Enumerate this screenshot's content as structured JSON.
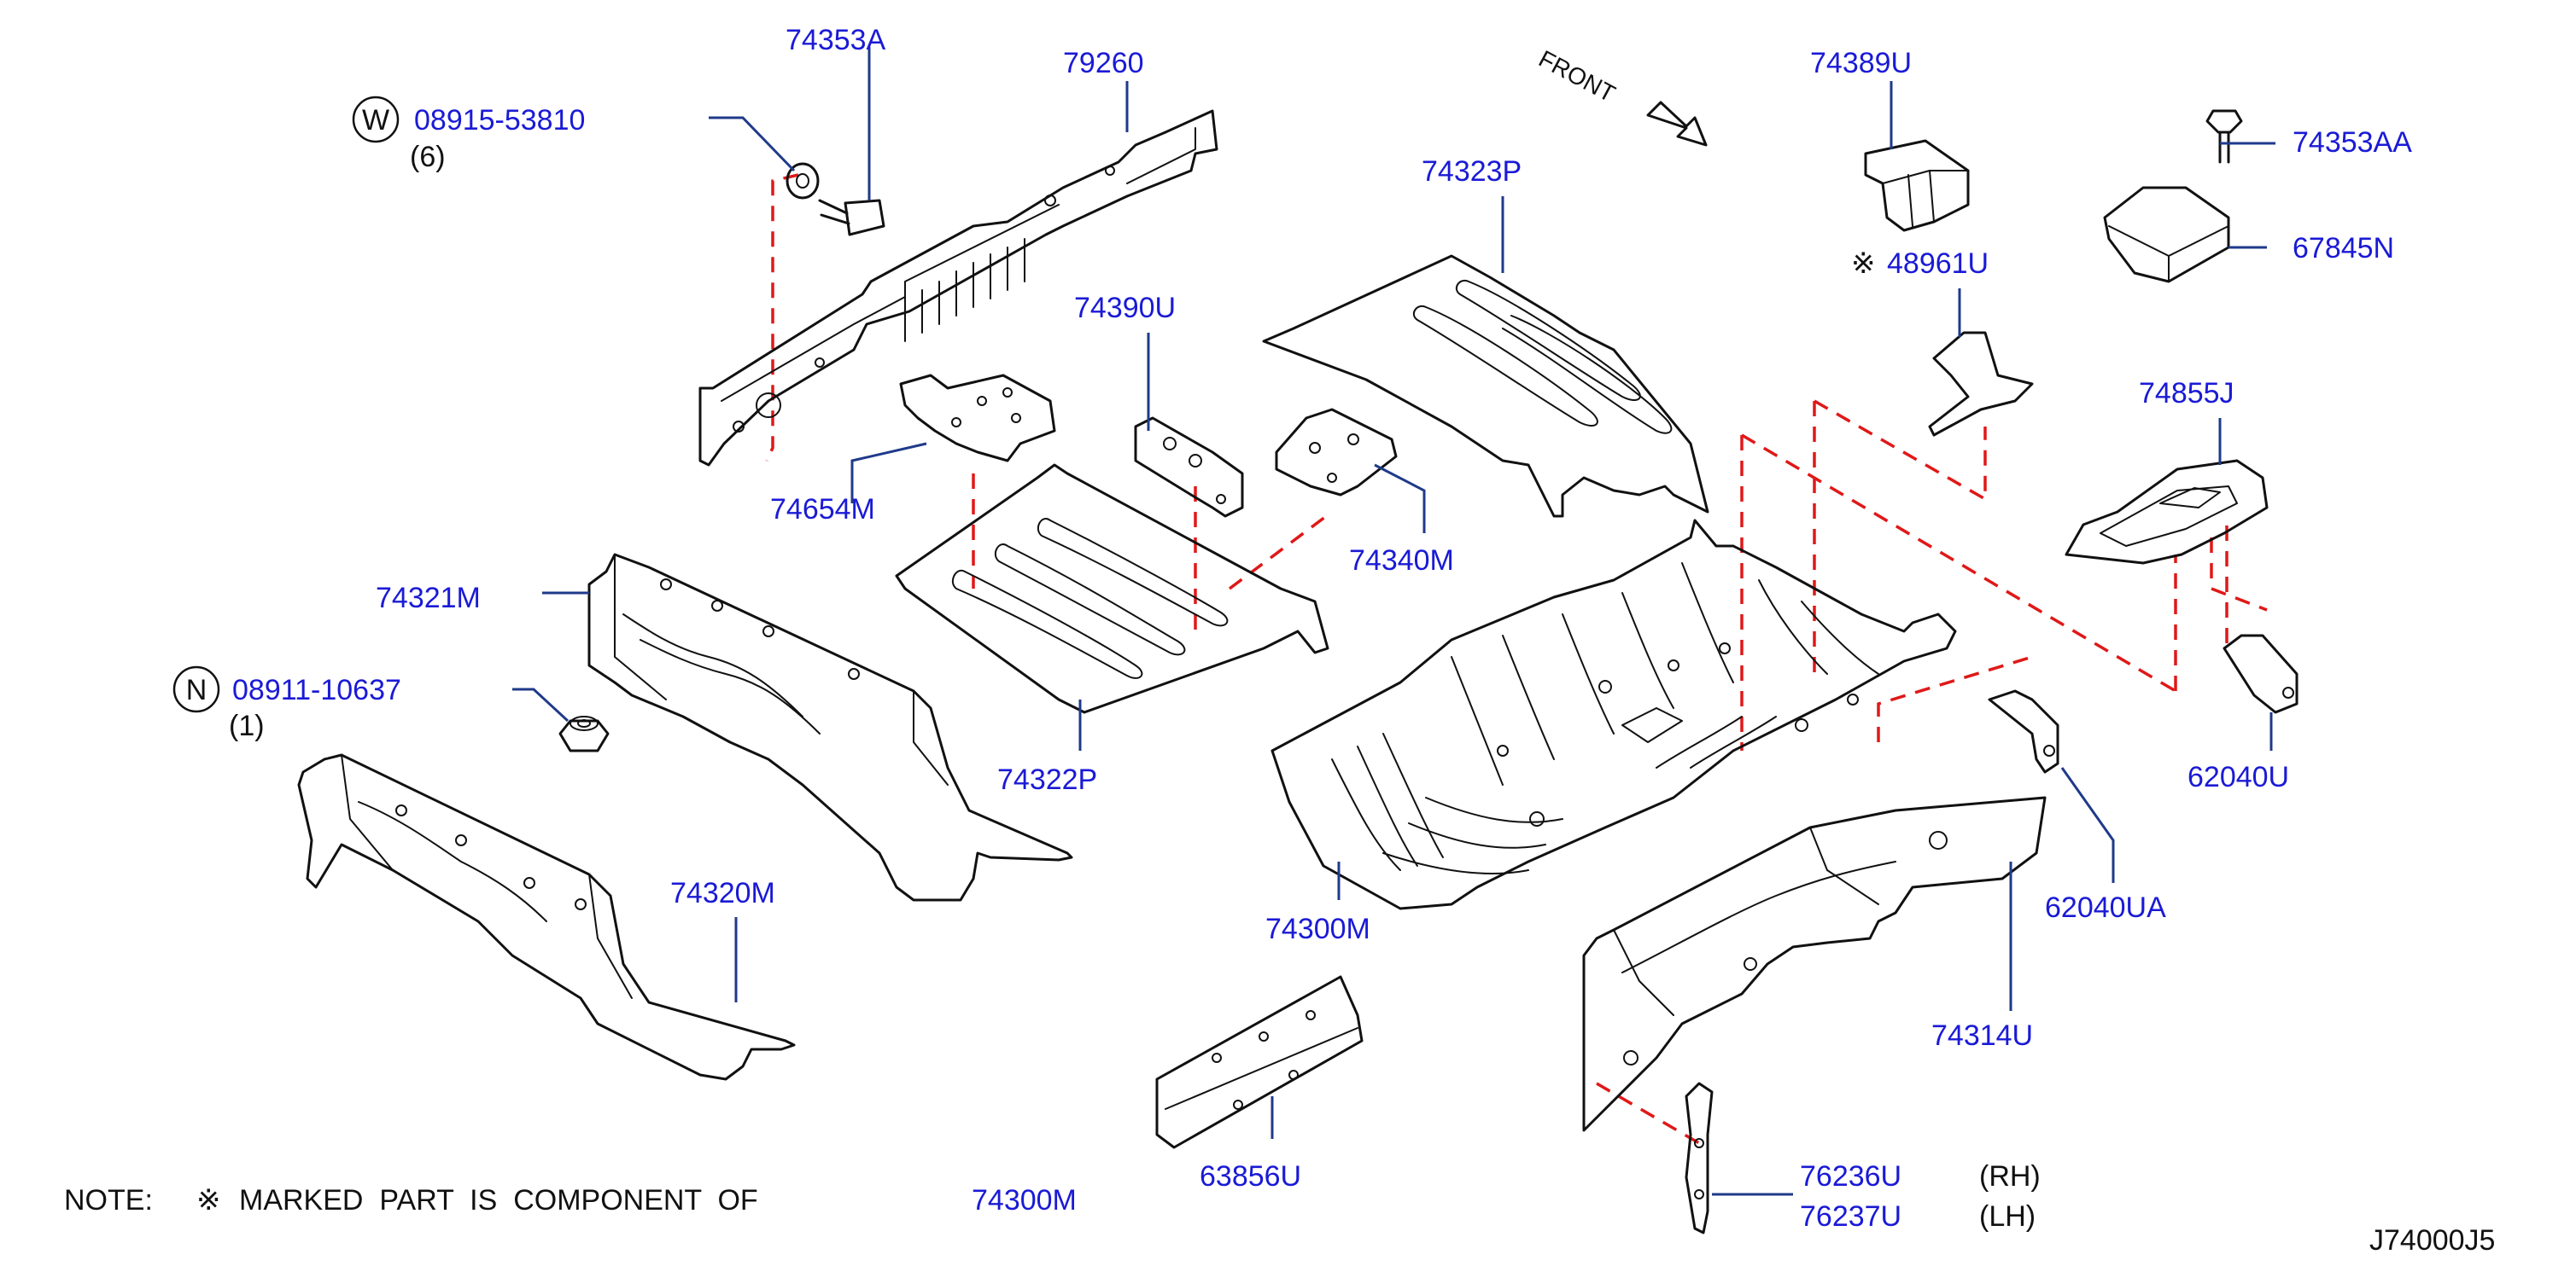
{
  "colors": {
    "label": "#1a1ad6",
    "leader": "#1f3a8a",
    "dashed": "#e01818",
    "line": "#111111"
  },
  "front_label": "FRONT",
  "parts": {
    "p74353A": "74353A",
    "p79260": "79260",
    "p08915": "08915-53810",
    "p08915_qty": "(6)",
    "p08915_marker": "W",
    "p74654M": "74654M",
    "p74390U": "74390U",
    "p74323P": "74323P",
    "p74389U": "74389U",
    "p48961U": "48961U",
    "p48961U_mark": "※",
    "p74353AA": "74353AA",
    "p67845N": "67845N",
    "p74855J": "74855J",
    "p74340M": "74340M",
    "p74321M": "74321M",
    "p08911": "08911-10637",
    "p08911_qty": "(1)",
    "p08911_marker": "N",
    "p74322P": "74322P",
    "p62040U": "62040U",
    "p74300M": "74300M",
    "p62040UA": "62040UA",
    "p74320M": "74320M",
    "p74314U": "74314U",
    "p63856U": "63856U",
    "p76236U": "76236U",
    "p76236U_side": "(RH)",
    "p76237U": "76237U",
    "p76237U_side": "(LH)"
  },
  "note": {
    "prefix": "NOTE:",
    "mark": "※",
    "text": "MARKED  PART  IS  COMPONENT  OF",
    "part": "74300M"
  },
  "diagram_code": "J74000J5"
}
